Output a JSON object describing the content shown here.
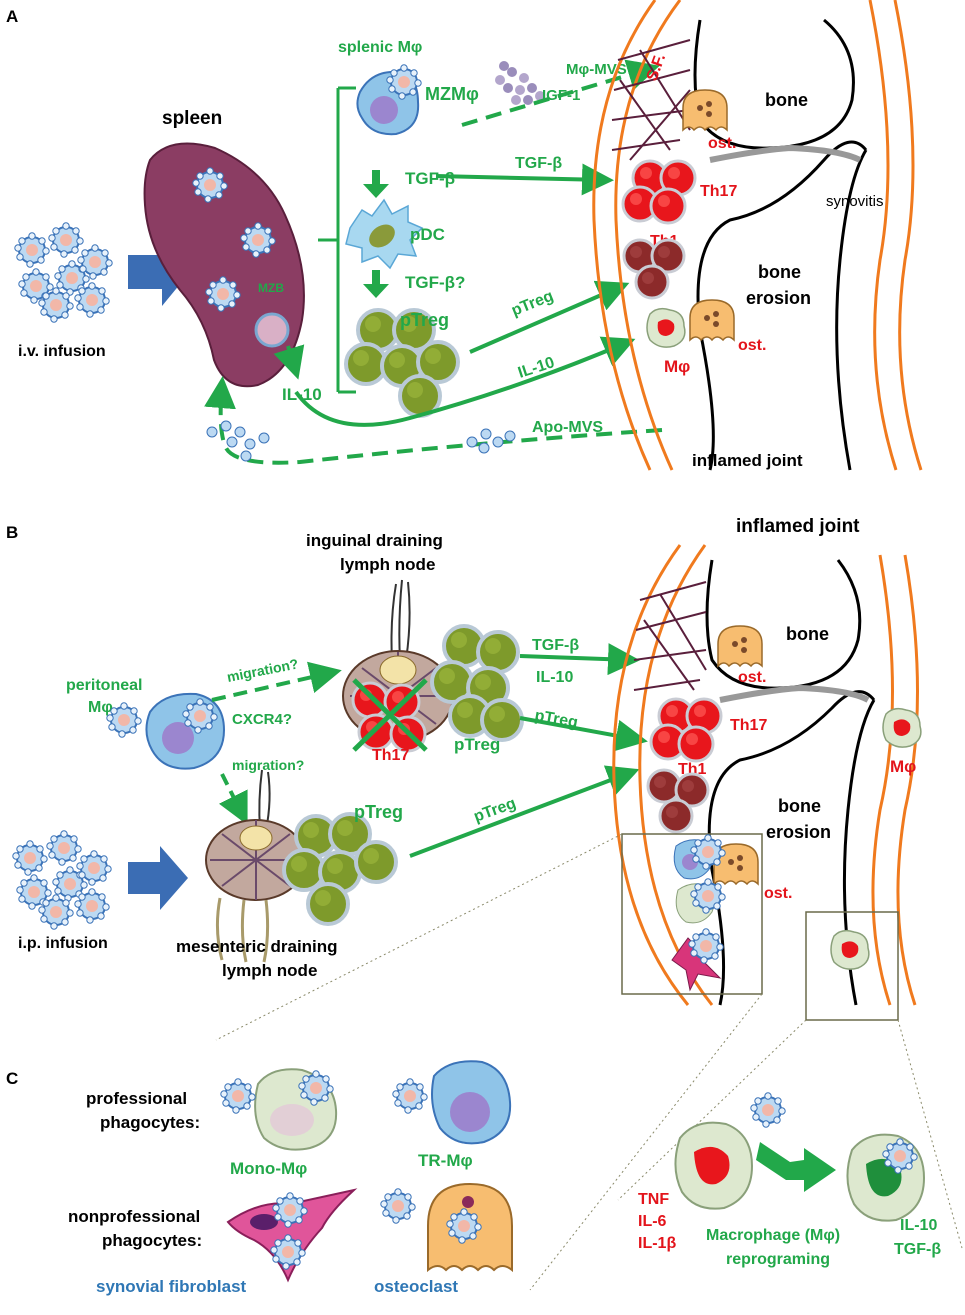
{
  "panels": {
    "a": "A",
    "b": "B",
    "c": "C"
  },
  "panel_a": {
    "iv_infusion": "i.v. infusion",
    "spleen": "spleen",
    "mzb": "MZB",
    "splenic_mphi": "splenic Mφ",
    "mzmphi": "MZMφ",
    "tgfb_1": "TGF-β",
    "pdc": "pDC",
    "tgfb_q": "TGF-β?",
    "ptreg": "pTreg",
    "il10_spleen": "IL-10",
    "mphi_mvs": "Mφ-MVS",
    "igf1": "IGF-1",
    "tgfb_arrow": "TGF-β",
    "ptreg_arrow": "pTreg",
    "il10_arrow": "IL-10",
    "apo_mvs": "Apo-MVS",
    "sf": "S.F.",
    "bone": "bone",
    "ost1": "ost.",
    "th17": "Th17",
    "synovitis": "synovitis",
    "th1": "Th1",
    "bone_erosion": "bone",
    "bone_erosion2": "erosion",
    "ost2": "ost.",
    "mphi": "Mφ",
    "inflamed_joint": "inflamed joint"
  },
  "panel_b": {
    "inguinal1": "inguinal draining",
    "inguinal2": "lymph  node",
    "inflamed_joint": "inflamed joint",
    "peritoneal1": "peritoneal",
    "peritoneal2": "Mφ",
    "migration1": "migration?",
    "cxcr4": "CXCR4?",
    "migration2": "migration?",
    "th17_node": "Th17",
    "ptreg_node": "pTreg",
    "tgfb": "TGF-β",
    "il10": "IL-10",
    "ptreg_arrow1": "pTreg",
    "ptreg_mes": "pTreg",
    "ptreg_arrow2": "pTreg",
    "bone": "bone",
    "ost1": "ost.",
    "th17": "Th17",
    "mphi": "Mφ",
    "th1": "Th1",
    "bone_erosion1": "bone",
    "bone_erosion2": "erosion",
    "ost2": "ost.",
    "ip_infusion": "i.p. infusion",
    "mesenteric1": "mesenteric draining",
    "mesenteric2": "lymph  node"
  },
  "panel_c": {
    "professional1": "professional",
    "professional2": "phagocytes:",
    "mono_mphi": "Mono-Mφ",
    "tr_mphi": "TR-Mφ",
    "nonprofessional1": "nonprofessional",
    "nonprofessional2": "phagocytes:",
    "synovial_fibroblast": "synovial fibroblast",
    "osteoclast": "osteoclast",
    "tnf": "TNF",
    "il6": "IL-6",
    "il1b": "IL-1β",
    "reprog1": "Macrophage (Mφ)",
    "reprog2": "reprograming",
    "il10": "IL-10",
    "tgfb": "TGF-β"
  },
  "colors": {
    "green": "#22a84a",
    "red": "#e3141b",
    "blue": "#2f77b5",
    "orange": "#f07a1e"
  }
}
